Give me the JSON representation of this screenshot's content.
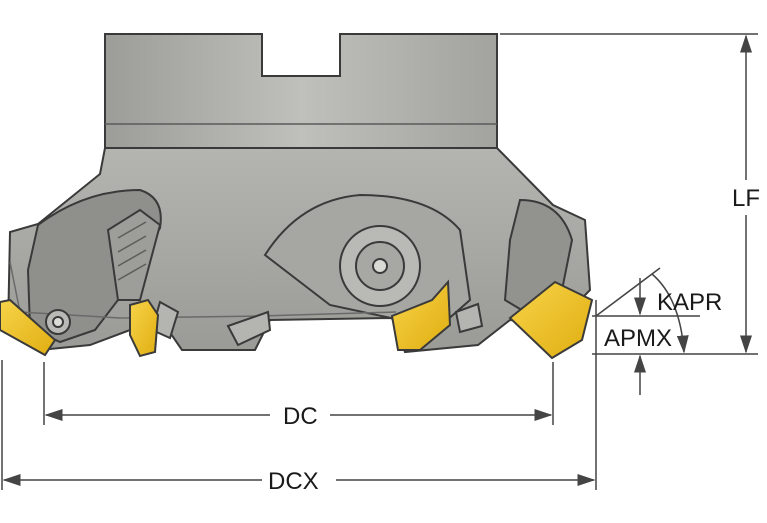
{
  "dimensions": {
    "lf": "LF",
    "kapr": "KAPR",
    "apmx": "APMX",
    "dc": "DC",
    "dcx": "DCX"
  },
  "colors": {
    "body": "#a9aaa4",
    "body_light": "#c4c5c0",
    "body_dark": "#8d8e89",
    "outline": "#3a3a3a",
    "insert": "#f2c21d",
    "insert_dark": "#c99a0a",
    "dim_line": "#444444"
  }
}
